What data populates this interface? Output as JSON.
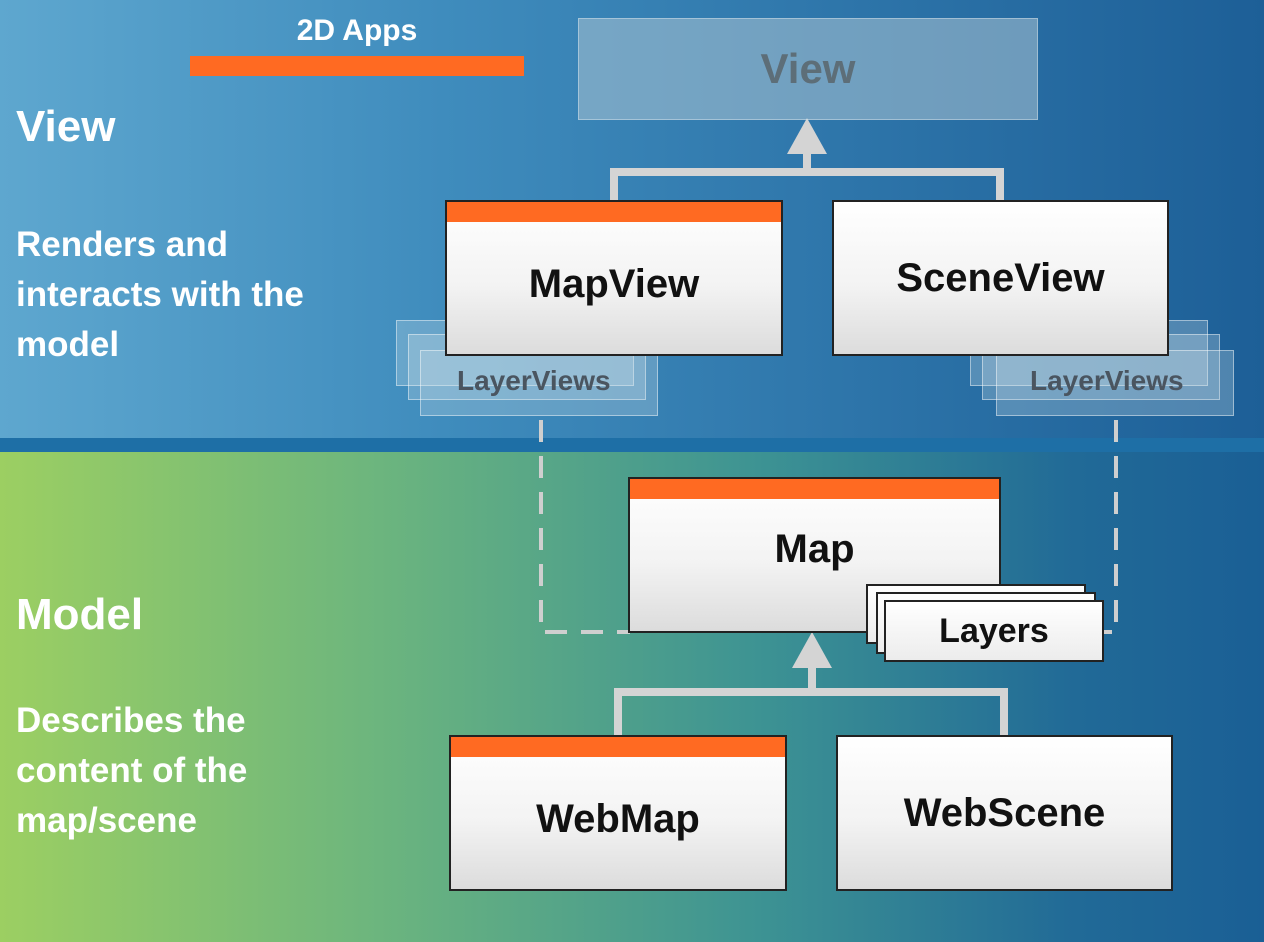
{
  "view_section": {
    "title": "View",
    "description": "Renders and interacts with the model"
  },
  "model_section": {
    "title": "Model",
    "description": "Describes the content of the map/scene"
  },
  "legend": {
    "label": "2D Apps",
    "color": "#ff6a22"
  },
  "nodes": {
    "view": "View",
    "mapview": "MapView",
    "sceneview": "SceneView",
    "mapview_layers": "LayerViews",
    "sceneview_layers": "LayerViews",
    "map": "Map",
    "map_layers": "Layers",
    "webmap": "WebMap",
    "webscene": "WebScene"
  }
}
